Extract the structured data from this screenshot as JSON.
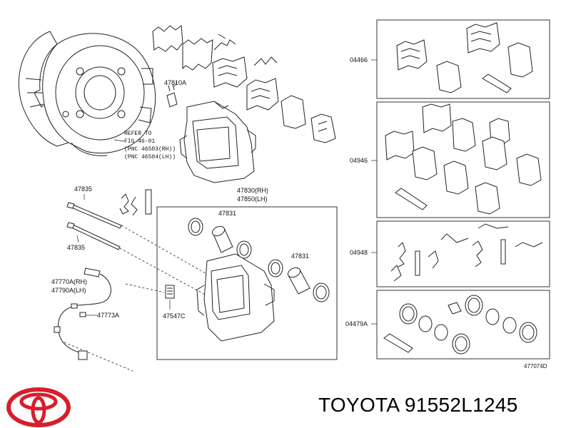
{
  "labels": {
    "refer_line1": "REFER TO",
    "refer_line2": "FIG 46-01",
    "refer_line3": "(PNC 46503(RH))",
    "refer_line4": "(PNC 46504(LH))",
    "p47810a": "47810A",
    "p47830": "47830(RH)",
    "p47850": "47850(LH)",
    "p47835_top": "47835",
    "p47835_bot": "47835",
    "p47831_a": "47831",
    "p47831_b": "47831",
    "p47770a": "47770A(RH)",
    "p47790a": "47790A(LH)",
    "p47773a": "47773A",
    "p47547c": "47547C",
    "k04466": "04466",
    "k04946": "04946",
    "k04948": "04948",
    "k04479a": "04479A",
    "diagram_id": "477074D"
  },
  "caption": {
    "brand": "TOYOTA",
    "part_number": "91552L1245"
  },
  "colors": {
    "logo_red": "#d81e2b",
    "line": "#222222"
  },
  "icons": {
    "logo": "toyota-emblem-icon"
  }
}
